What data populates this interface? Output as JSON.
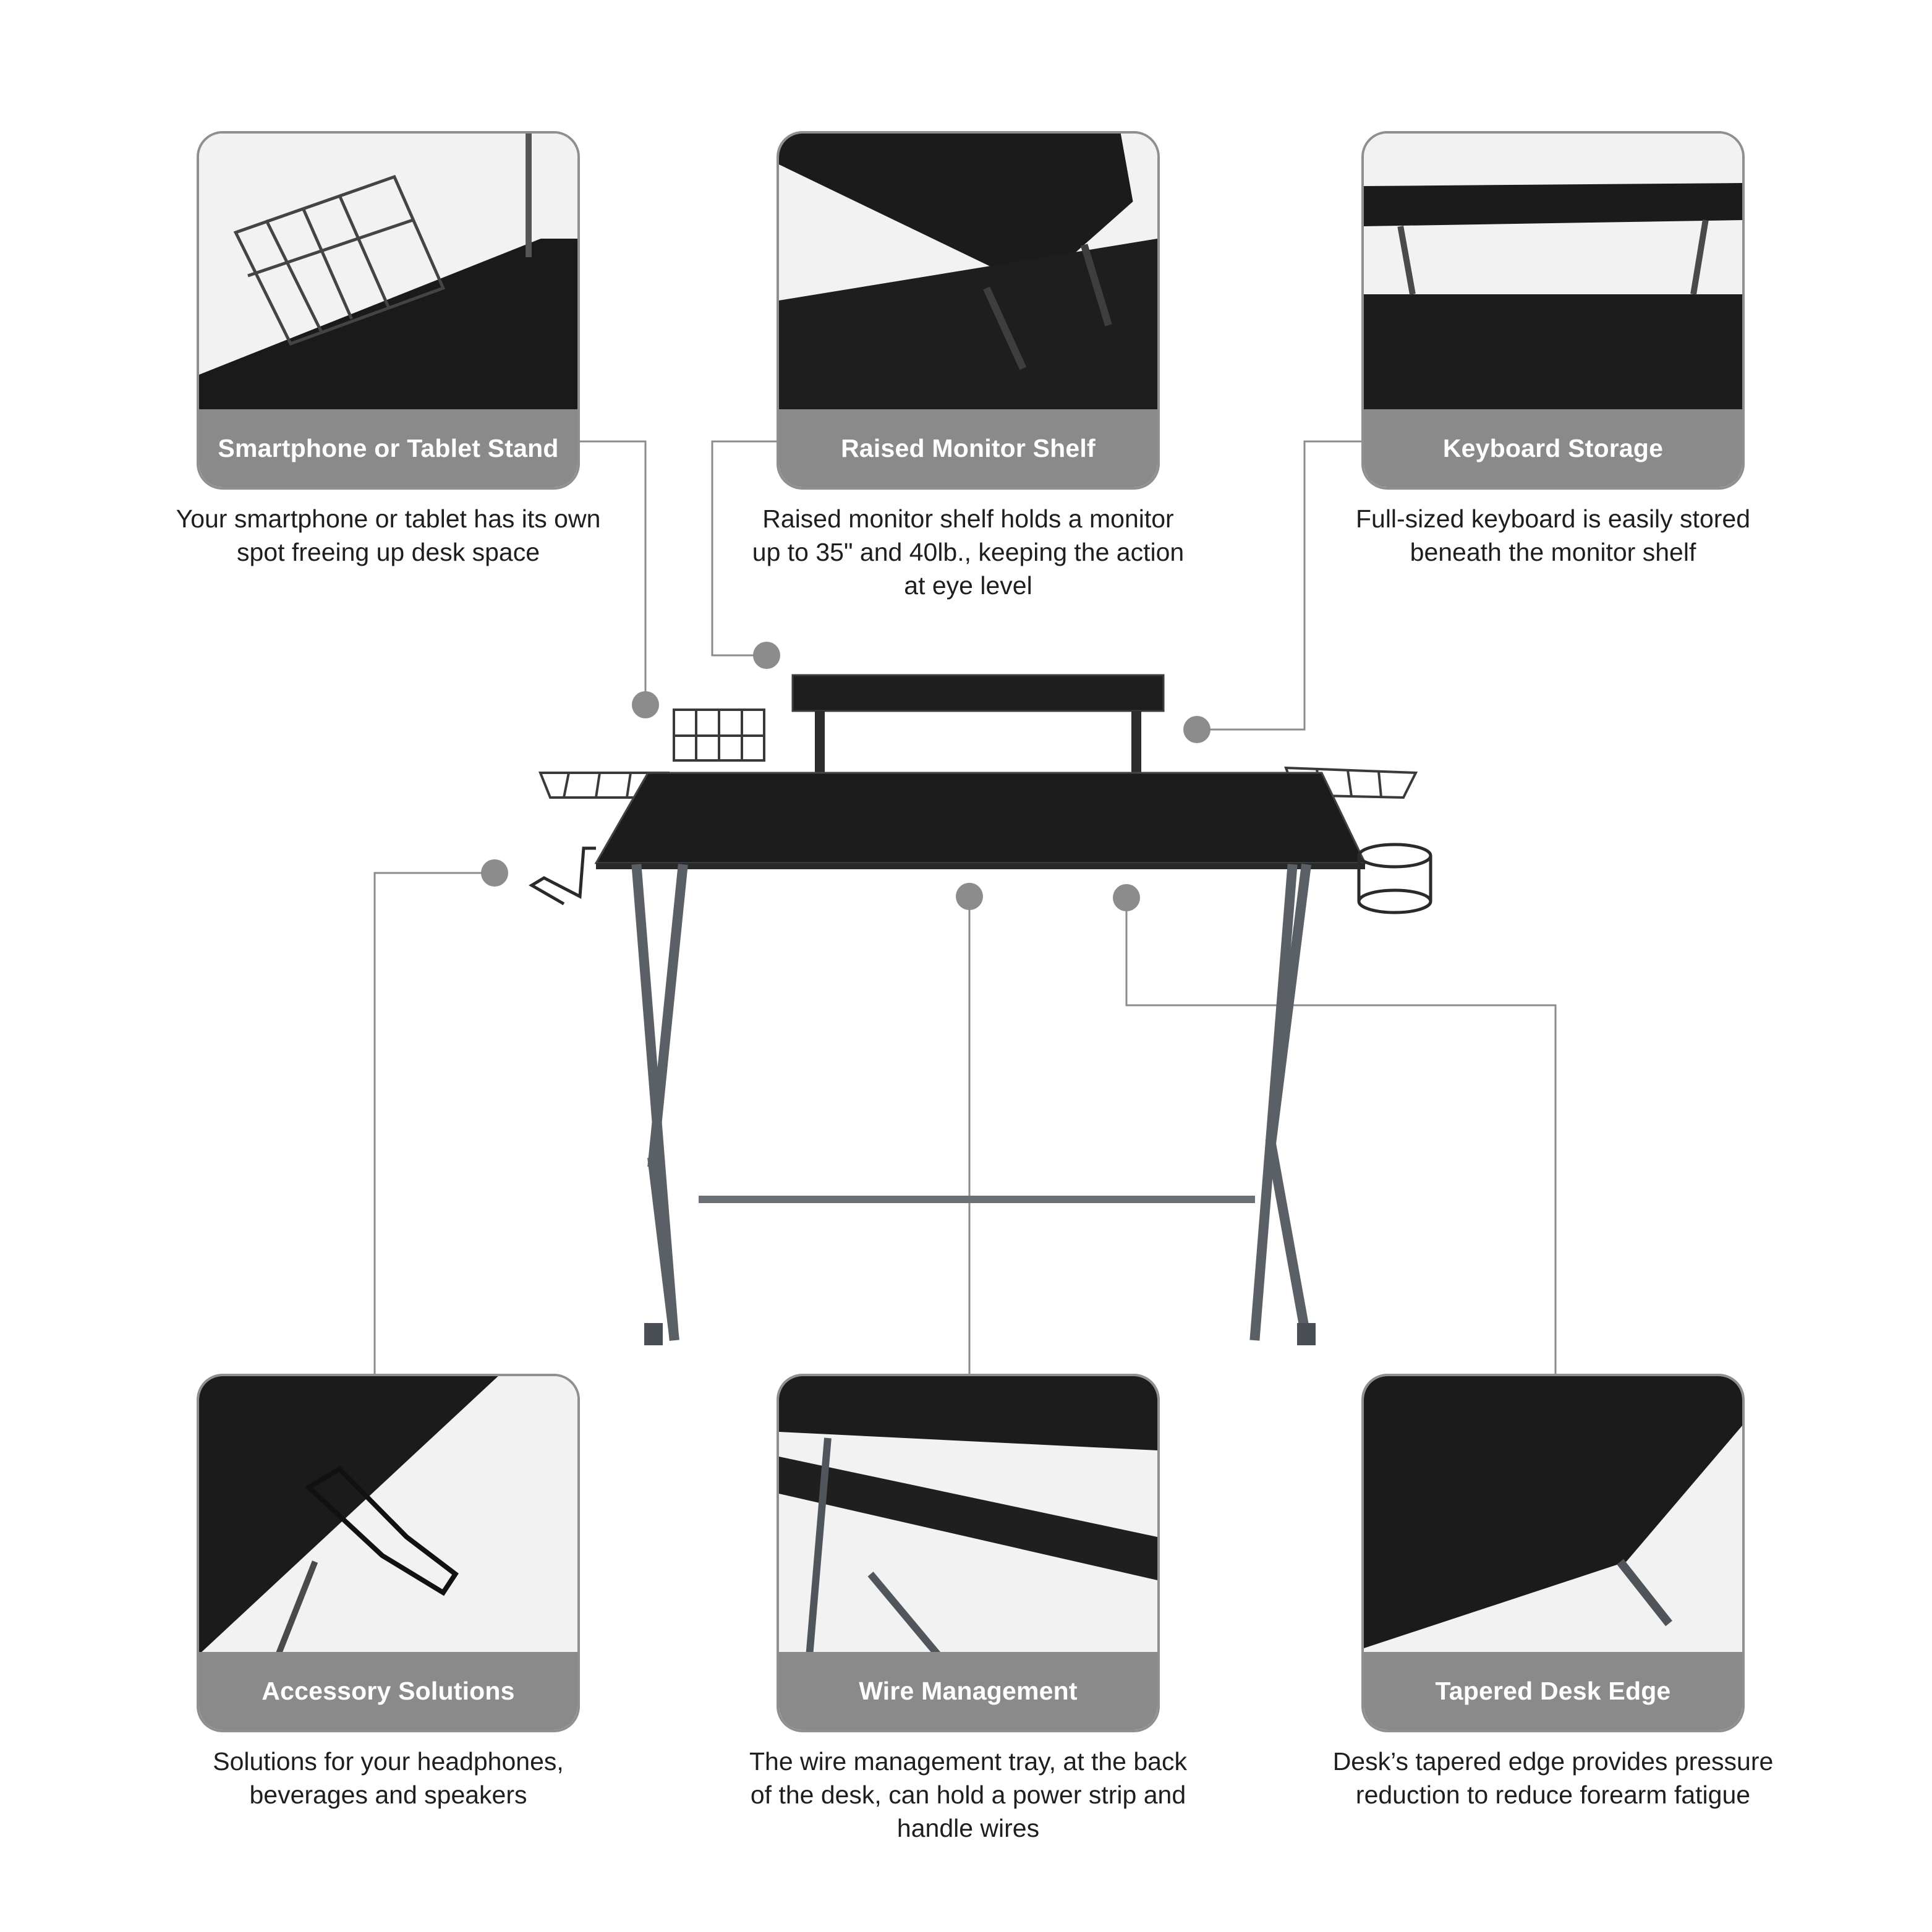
{
  "features": {
    "smartphone": {
      "title": "Smartphone or Tablet Stand",
      "description": "Your smartphone or tablet has its own spot freeing up desk space"
    },
    "monitor_shelf": {
      "title": "Raised Monitor Shelf",
      "description": "Raised monitor shelf holds a monitor up to 35\" and 40lb., keeping the action at eye level"
    },
    "keyboard": {
      "title": "Keyboard Storage",
      "description": "Full-sized keyboard is easily stored beneath the monitor shelf"
    },
    "accessory": {
      "title": "Accessory Solutions",
      "description": "Solutions for your headphones, beverages and speakers"
    },
    "wire": {
      "title": "Wire Management",
      "description": "The wire management tray, at the back of the desk, can hold a power strip and handle wires"
    },
    "tapered": {
      "title": "Tapered Desk Edge",
      "description": "Desk’s tapered edge provides pressure reduction to reduce forearm fatigue"
    }
  },
  "colors": {
    "card_border": "#8f8f8f",
    "label_background": "#8a8a8a",
    "connector": "#8c8c8c",
    "desk_black": "#1c1c1c",
    "frame_gray": "#5a6066"
  }
}
